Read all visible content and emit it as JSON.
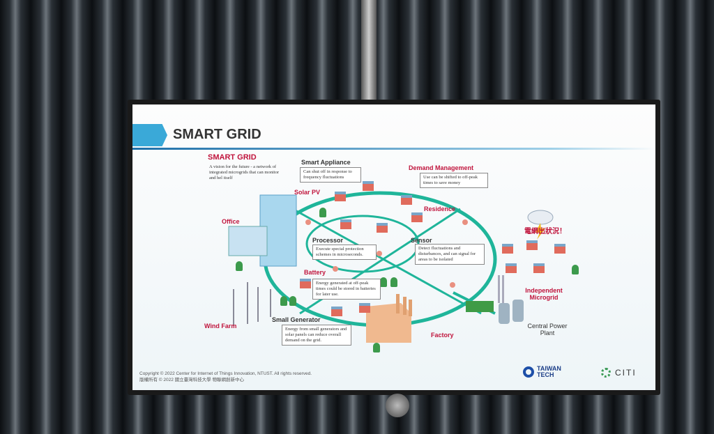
{
  "slide": {
    "title": "SMART GRID",
    "heading": "SMART GRID",
    "intro": "A vision for the future - a network of integrated microgrids that can monitor and hel itself",
    "labels": {
      "smart_appliance": "Smart Appliance",
      "demand_management": "Demand Management",
      "solar_pv": "Solar PV",
      "residence": "Residence",
      "office": "Office",
      "processor": "Processor",
      "sensor": "Sensor",
      "battery": "Battery",
      "wind_farm": "Wind Farm",
      "small_generator": "Small Generator",
      "factory": "Factory",
      "independent_microgrid": "Independent Microgrid",
      "central_power_plant": "Central Power Plant",
      "alert": "電網出狀況！"
    },
    "notes": {
      "smart_appliance": "Can shut off in response to frequency fluctuations",
      "demand_management": "Use can be shifted to off-peak times to save money",
      "processor": "Execute special protection schemes in microseconds.",
      "sensor": "Detect fluctuations and disturbances, and can signal for areas to be isolated",
      "battery": "Energy generated at off-peak times could be stored in batteries for later use.",
      "small_generator": "Energy from small generators and solar panels can reduce overall demand on the grid."
    },
    "footer": {
      "copyright_en": "Copyright © 2022 Center for Internet of Things Innovation, NTUST. All rights reserved.",
      "copyright_zh": "版權所有 © 2022 國立臺灣科技大學 物聯網創新中心"
    },
    "logos": {
      "taiwan_tech_1": "TAIWAN",
      "taiwan_tech_2": "TECH",
      "citi": "CITI"
    }
  }
}
